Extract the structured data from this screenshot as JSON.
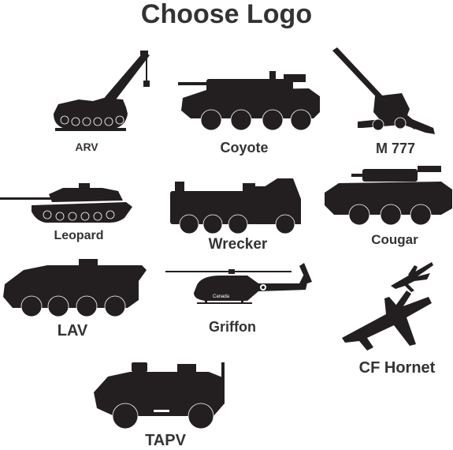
{
  "page": {
    "title": "Choose Logo",
    "colors": {
      "silhouette": "#231f20",
      "text": "#333333",
      "background": "#ffffff"
    }
  },
  "logos": {
    "arv": {
      "label": "ARV",
      "icon": "arv-vehicle-icon"
    },
    "coyote": {
      "label": "Coyote",
      "icon": "coyote-vehicle-icon"
    },
    "m777": {
      "label": "M 777",
      "icon": "m777-howitzer-icon"
    },
    "leopard": {
      "label": "Leopard",
      "icon": "leopard-tank-icon"
    },
    "wrecker": {
      "label": "Wrecker",
      "icon": "wrecker-truck-icon"
    },
    "cougar": {
      "label": "Cougar",
      "icon": "cougar-vehicle-icon"
    },
    "lav": {
      "label": "LAV",
      "icon": "lav-vehicle-icon"
    },
    "griffon": {
      "label": "Griffon",
      "icon": "griffon-helicopter-icon",
      "marking": "Canada"
    },
    "cfhornet": {
      "label": "CF Hornet",
      "icon": "cf-hornet-jets-icon"
    },
    "tapv": {
      "label": "TAPV",
      "icon": "tapv-vehicle-icon"
    }
  }
}
